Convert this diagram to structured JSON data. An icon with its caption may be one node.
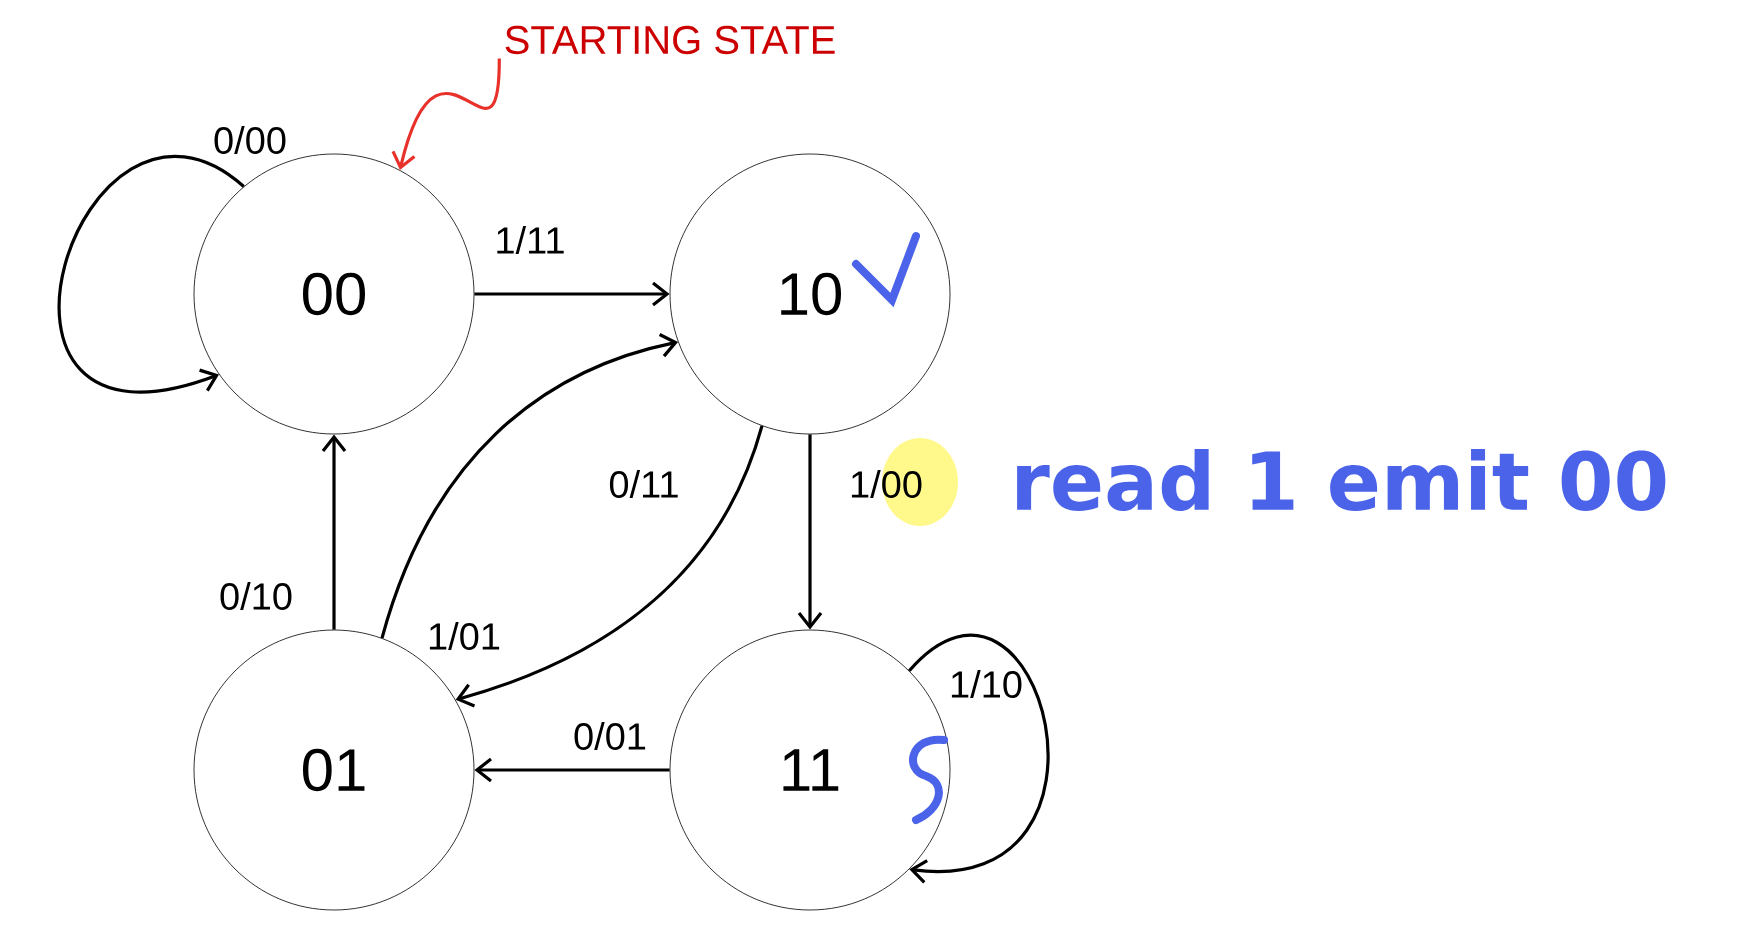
{
  "diagram": {
    "nodes": [
      {
        "text": [
          "00"
        ]
      },
      {
        "text": [
          "10"
        ]
      },
      {
        "text": [
          "01"
        ]
      },
      {
        "text": [
          "11"
        ]
      },
      {
        "text": [
          "STARTING STATE"
        ]
      }
    ],
    "edges": [
      {
        "from": 0,
        "to": 0,
        "arrow": "to",
        "label": "0/00"
      },
      {
        "from": 0,
        "to": 1,
        "arrow": "to",
        "label": "1/11"
      },
      {
        "from": 2,
        "to": 0,
        "arrow": "to",
        "label": "0/10"
      },
      {
        "from": 2,
        "to": 1,
        "arrow": "to",
        "label": "1/01"
      },
      {
        "from": 1,
        "to": 2,
        "arrow": "to",
        "label": "0/11"
      },
      {
        "from": 1,
        "to": 3,
        "arrow": "to",
        "label": "1/00"
      },
      {
        "from": 3,
        "to": 2,
        "arrow": "to",
        "label": "0/01"
      },
      {
        "from": 3,
        "to": 3,
        "arrow": "to",
        "label": "1/10"
      },
      {
        "from": 4,
        "to": 0,
        "arrow": "to",
        "color": "#e8312a"
      }
    ],
    "labels": [
      "read 1 emit 00"
    ]
  }
}
